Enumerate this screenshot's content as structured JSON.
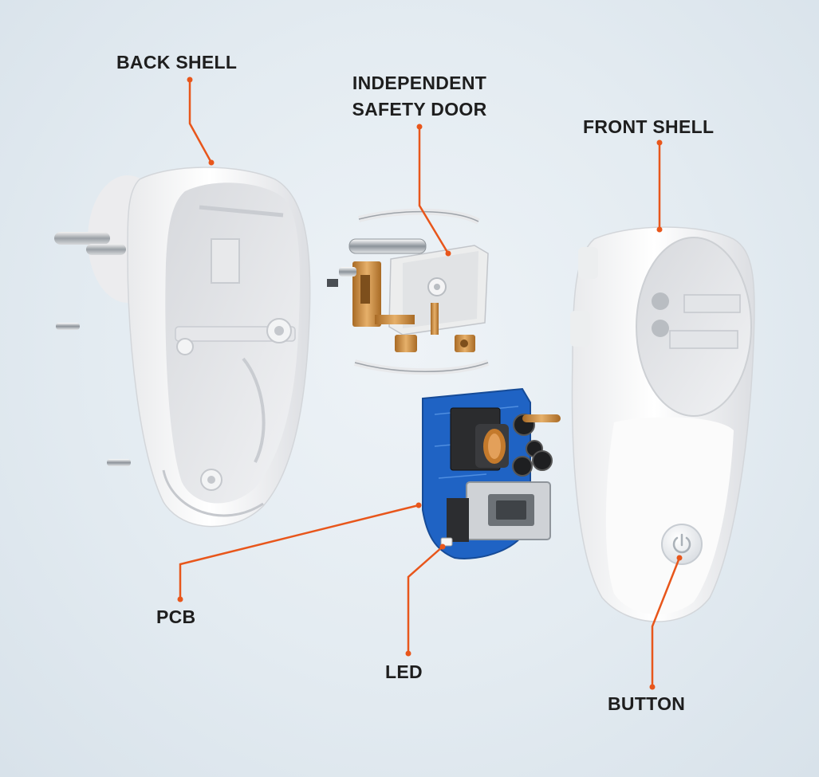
{
  "labels": {
    "back_shell": "BACK SHELL",
    "safety_door_line1": "INDEPENDENT",
    "safety_door_line2": "SAFETY DOOR",
    "front_shell": "FRONT SHELL",
    "pcb": "PCB",
    "led": "LED",
    "button": "BUTTON"
  },
  "colors": {
    "leader_line": "#e8561b",
    "label_text": "#1e1e1e",
    "shell_white": "#f7f7f7",
    "pcb_blue": "#1f63c4",
    "terminal_copper": "#c98a3a"
  }
}
